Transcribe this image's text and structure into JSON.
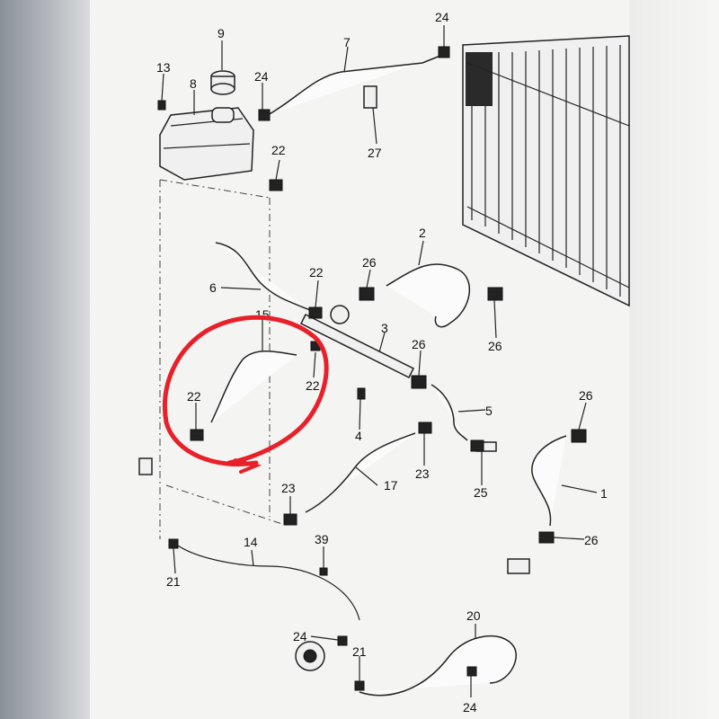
{
  "callouts": [
    {
      "id": "c9",
      "text": "9"
    },
    {
      "id": "c7",
      "text": "7"
    },
    {
      "id": "c24a",
      "text": "24"
    },
    {
      "id": "c13",
      "text": "13"
    },
    {
      "id": "c8",
      "text": "8"
    },
    {
      "id": "c24b",
      "text": "24"
    },
    {
      "id": "c27",
      "text": "27"
    },
    {
      "id": "c22a",
      "text": "22"
    },
    {
      "id": "c2",
      "text": "2"
    },
    {
      "id": "c22b",
      "text": "22"
    },
    {
      "id": "c26a",
      "text": "26"
    },
    {
      "id": "c6",
      "text": "6"
    },
    {
      "id": "c15",
      "text": "15"
    },
    {
      "id": "c3",
      "text": "3"
    },
    {
      "id": "c26b",
      "text": "26"
    },
    {
      "id": "c26c",
      "text": "26"
    },
    {
      "id": "c22c",
      "text": "22"
    },
    {
      "id": "c22d",
      "text": "22"
    },
    {
      "id": "c5",
      "text": "5"
    },
    {
      "id": "c26d",
      "text": "26"
    },
    {
      "id": "c4",
      "text": "4"
    },
    {
      "id": "c23a",
      "text": "23"
    },
    {
      "id": "c17",
      "text": "17"
    },
    {
      "id": "c25",
      "text": "25"
    },
    {
      "id": "c1",
      "text": "1"
    },
    {
      "id": "c23b",
      "text": "23"
    },
    {
      "id": "c14",
      "text": "14"
    },
    {
      "id": "c39",
      "text": "39"
    },
    {
      "id": "c26e",
      "text": "26"
    },
    {
      "id": "c21a",
      "text": "21"
    },
    {
      "id": "c20",
      "text": "20"
    },
    {
      "id": "c24c",
      "text": "24"
    },
    {
      "id": "c21b",
      "text": "21"
    },
    {
      "id": "c24d",
      "text": "24"
    }
  ],
  "highlight": {
    "color": "#e8202a"
  }
}
